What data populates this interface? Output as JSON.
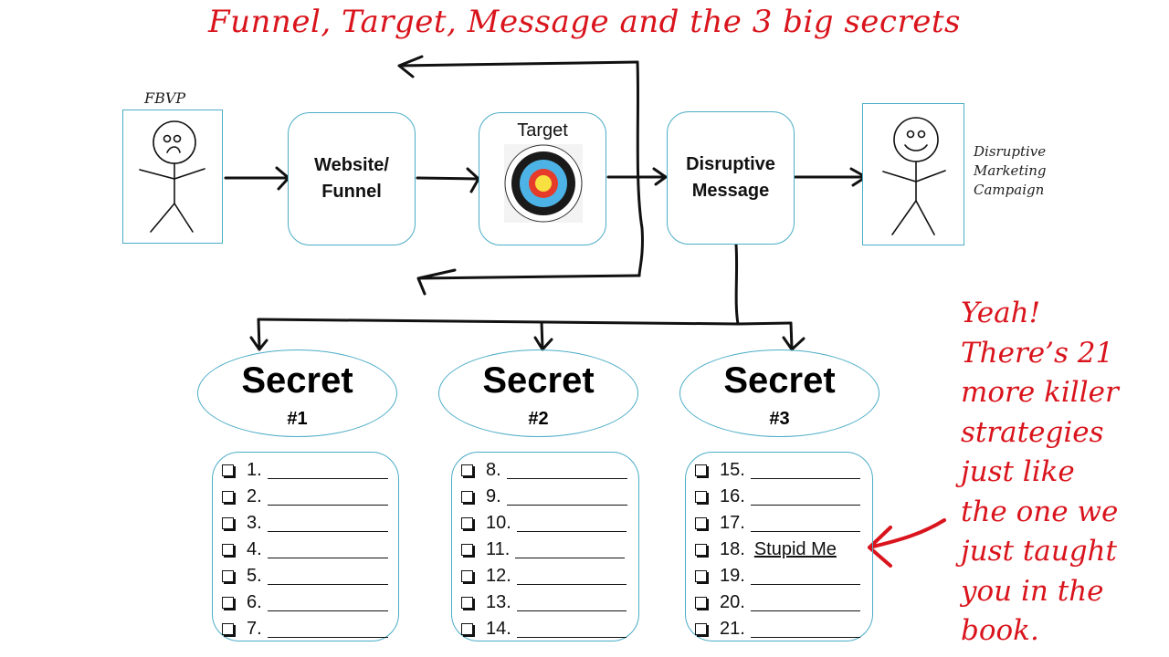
{
  "title": "Funnel, Target, Message and the 3 big secrets",
  "flow": {
    "left_person": {
      "label": "FBVP",
      "mood": "sad"
    },
    "website": {
      "line1": "Website/",
      "line2": "Funnel"
    },
    "target": {
      "label": "Target",
      "icon": "bullseye-icon"
    },
    "message": {
      "line1": "Disruptive",
      "line2": "Message"
    },
    "right_person": {
      "mood": "happy",
      "label_lines": [
        "Disruptive",
        "Marketing",
        "Campaign"
      ]
    }
  },
  "secrets": [
    {
      "title": "Secret",
      "number": "#1",
      "items": [
        {
          "n": "1.",
          "text": ""
        },
        {
          "n": "2.",
          "text": ""
        },
        {
          "n": "3.",
          "text": ""
        },
        {
          "n": "4.",
          "text": ""
        },
        {
          "n": "5.",
          "text": ""
        },
        {
          "n": "6.",
          "text": ""
        },
        {
          "n": "7.",
          "text": ""
        }
      ]
    },
    {
      "title": "Secret",
      "number": "#2",
      "items": [
        {
          "n": "8.",
          "text": ""
        },
        {
          "n": "9.",
          "text": ""
        },
        {
          "n": "10.",
          "text": ""
        },
        {
          "n": "11.",
          "text": ""
        },
        {
          "n": "12.",
          "text": ""
        },
        {
          "n": "13.",
          "text": ""
        },
        {
          "n": "14.",
          "text": ""
        }
      ]
    },
    {
      "title": "Secret",
      "number": "#3",
      "items": [
        {
          "n": "15.",
          "text": ""
        },
        {
          "n": "16.",
          "text": ""
        },
        {
          "n": "17.",
          "text": ""
        },
        {
          "n": "18.",
          "text": "Stupid Me"
        },
        {
          "n": "19.",
          "text": ""
        },
        {
          "n": "20.",
          "text": ""
        },
        {
          "n": "21.",
          "text": ""
        }
      ]
    }
  ],
  "side_note": {
    "lines": [
      "Yeah!",
      "There’s 21",
      "more killer",
      "strategies",
      "just like",
      "the one we",
      "just taught",
      "you in the",
      "book."
    ]
  },
  "colors": {
    "accent_red": "#d9141c",
    "box_border": "#4bacc6",
    "ink": "#111111"
  }
}
